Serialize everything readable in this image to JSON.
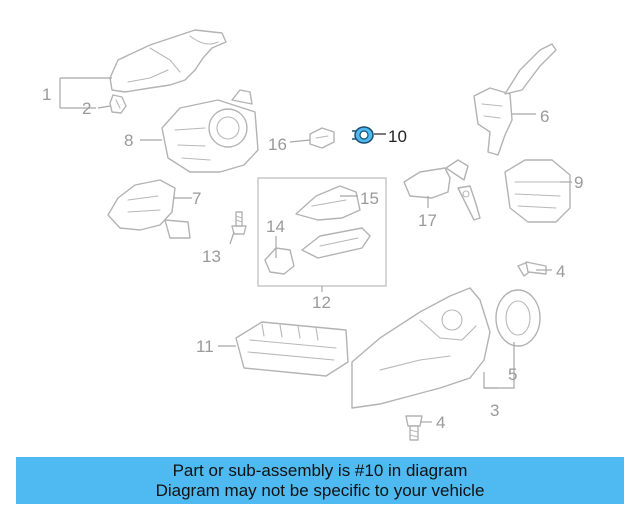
{
  "diagram": {
    "callouts": {
      "c1": "1",
      "c2": "2",
      "c3": "3",
      "c4a": "4",
      "c4b": "4",
      "c5": "5",
      "c6": "6",
      "c7": "7",
      "c8": "8",
      "c9": "9",
      "c10": "10",
      "c11": "11",
      "c12": "12",
      "c13": "13",
      "c14": "14",
      "c15": "15",
      "c16": "16",
      "c17": "17"
    },
    "highlighted_part": "10",
    "highlight_color": "#4fb9f1"
  },
  "caption": {
    "line1": "Part or sub-assembly is #10 in diagram",
    "line2": "Diagram may not be specific to your vehicle",
    "background_color": "#4fb9f1"
  }
}
